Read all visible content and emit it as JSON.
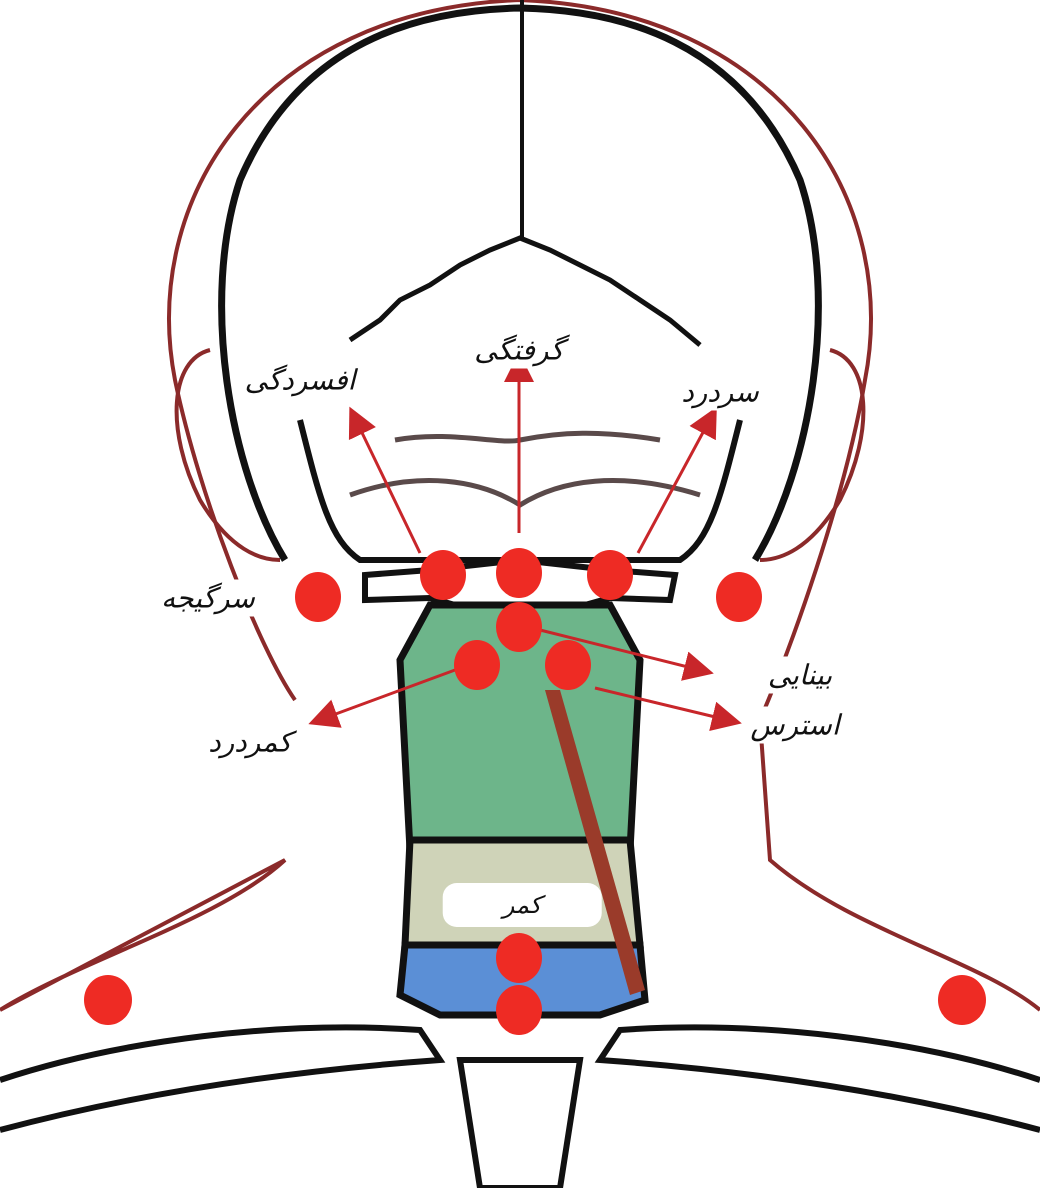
{
  "labels": {
    "depression": "افسردگی",
    "stiffness": "گرفتگی",
    "headache": "سردرد",
    "dizziness": "سرگیجه",
    "vision": "بینایی",
    "stress": "استرس",
    "back_pain": "کمردرد",
    "back": "کمر"
  },
  "colors": {
    "point": "#ee2b24",
    "arrow": "#c8262a",
    "body_outline": "#8b2a2a",
    "upper_vertebrae": "#6db58a",
    "middle_vertebrae": "#cfd3b8",
    "lower_vertebrae": "#5b8fd6",
    "muscle": "#9a3b2a"
  }
}
